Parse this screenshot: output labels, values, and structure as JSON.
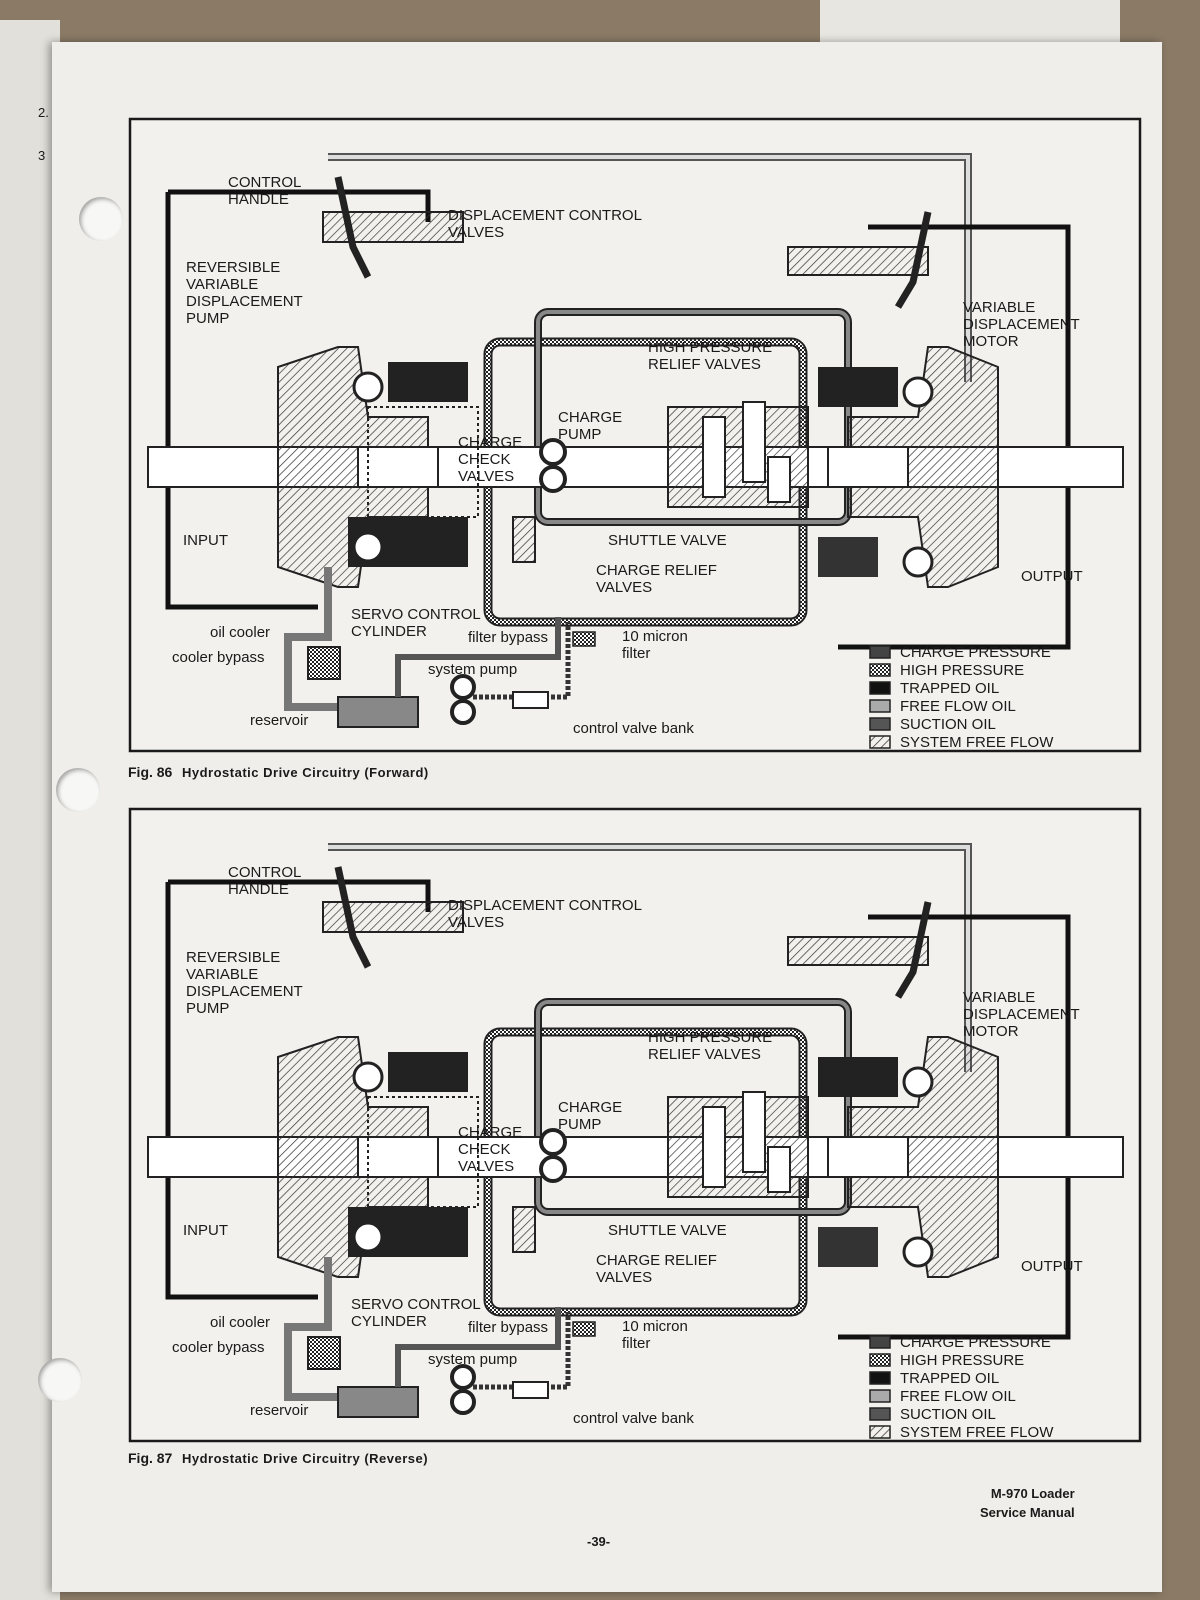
{
  "margin_numbers": [
    "2.",
    "3"
  ],
  "figures": [
    {
      "number": "Fig. 86",
      "title": "Hydrostatic Drive Circuitry (Forward)",
      "labels": {
        "control_handle": [
          "CONTROL",
          "HANDLE"
        ],
        "displacement_control_valves": [
          "DISPLACEMENT CONTROL",
          "VALVES"
        ],
        "pump": [
          "REVERSIBLE",
          "VARIABLE",
          "DISPLACEMENT",
          "PUMP"
        ],
        "motor": [
          "VARIABLE",
          "DISPLACEMENT",
          "MOTOR"
        ],
        "high_pressure_relief_valves": [
          "HIGH PRESSURE",
          "RELIEF VALVES"
        ],
        "charge_pump": [
          "CHARGE",
          "PUMP"
        ],
        "charge_check_valves": [
          "CHARGE",
          "CHECK",
          "VALVES"
        ],
        "shuttle_valve": "SHUTTLE VALVE",
        "charge_relief_valves": [
          "CHARGE RELIEF",
          "VALVES"
        ],
        "input": "INPUT",
        "output": "OUTPUT",
        "servo_control_cylinder": [
          "SERVO CONTROL",
          "CYLINDER"
        ],
        "oil_cooler": "oil cooler",
        "cooler_bypass": "cooler bypass",
        "filter_bypass": "filter bypass",
        "micron_filter": [
          "10 micron",
          "filter"
        ],
        "system_pump": "system pump",
        "reservoir": "reservoir",
        "control_valve_bank": "control valve bank"
      },
      "legend": [
        "CHARGE PRESSURE",
        "HIGH PRESSURE",
        "TRAPPED OIL",
        "FREE FLOW OIL",
        "SUCTION OIL",
        "SYSTEM FREE FLOW"
      ]
    },
    {
      "number": "Fig. 87",
      "title": "Hydrostatic Drive Circuitry (Reverse)",
      "labels": {
        "control_handle": [
          "CONTROL",
          "HANDLE"
        ],
        "displacement_control_valves": [
          "DISPLACEMENT CONTROL",
          "VALVES"
        ],
        "pump": [
          "REVERSIBLE",
          "VARIABLE",
          "DISPLACEMENT",
          "PUMP"
        ],
        "motor": [
          "VARIABLE",
          "DISPLACEMENT",
          "MOTOR"
        ],
        "high_pressure_relief_valves": [
          "HIGH PRESSURE",
          "RELIEF VALVES"
        ],
        "charge_pump": [
          "CHARGE",
          "PUMP"
        ],
        "charge_check_valves": [
          "CHARGE",
          "CHECK",
          "VALVES"
        ],
        "shuttle_valve": "SHUTTLE VALVE",
        "charge_relief_valves": [
          "CHARGE RELIEF",
          "VALVES"
        ],
        "input": "INPUT",
        "output": "OUTPUT",
        "servo_control_cylinder": [
          "SERVO CONTROL",
          "CYLINDER"
        ],
        "oil_cooler": "oil cooler",
        "cooler_bypass": "cooler bypass",
        "filter_bypass": "filter bypass",
        "micron_filter": [
          "10 micron",
          "filter"
        ],
        "system_pump": "system pump",
        "reservoir": "reservoir",
        "control_valve_bank": "control valve bank"
      },
      "legend": [
        "CHARGE PRESSURE",
        "HIGH PRESSURE",
        "TRAPPED OIL",
        "FREE FLOW OIL",
        "SUCTION OIL",
        "SYSTEM FREE FLOW"
      ]
    }
  ],
  "page_number": "-39-",
  "manual_title": [
    "M-970 Loader",
    "Service Manual"
  ]
}
